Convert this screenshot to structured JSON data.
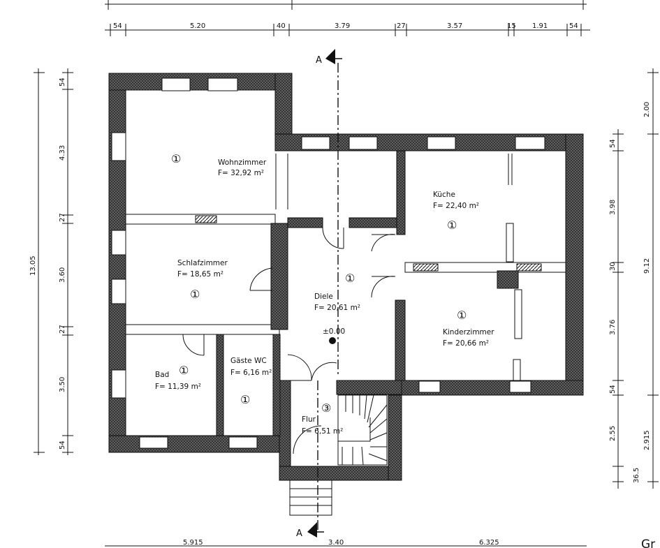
{
  "top_dims": {
    "total_left": "",
    "total_right": "",
    "segments": [
      "54",
      "5.20",
      "40",
      "3.79",
      "27",
      "3.57",
      "15",
      "1.91",
      "54"
    ]
  },
  "bottom_dims": [
    "5.915",
    "3.40",
    "6.325"
  ],
  "left_dims": {
    "total": "13.05",
    "segments": [
      "54",
      "4.33",
      "27",
      "3.60",
      "27",
      "3.50",
      "54"
    ]
  },
  "right_dims": {
    "outer": [
      "2.00",
      "9.12",
      "2.915",
      "36.5"
    ],
    "inner": [
      "54",
      "3.98",
      "30",
      "3.76",
      "54",
      "2.55"
    ]
  },
  "section_marker": "A",
  "level": "±0.00",
  "cut_text": "Gr",
  "rooms": {
    "wohnzimmer": {
      "name": "Wohnzimmer",
      "area": "F= 32,92 m²",
      "num": "①"
    },
    "schlafzimmer": {
      "name": "Schlafzimmer",
      "area": "F= 18,65 m²",
      "num": "①"
    },
    "bad": {
      "name": "Bad",
      "area": "F= 11,39 m²",
      "num": "①"
    },
    "gaeste_wc": {
      "name": "Gäste WC",
      "area": "F= 6,16 m²",
      "num": "①"
    },
    "diele": {
      "name": "Diele",
      "area": "F= 20,61 m²",
      "num": "①"
    },
    "flur": {
      "name": "Flur",
      "area": "F= 6,51 m²",
      "num": "③"
    },
    "kueche": {
      "name": "Küche",
      "area": "F= 22,40 m²",
      "num": "①"
    },
    "kinderzimmer": {
      "name": "Kinderzimmer",
      "area": "F= 20,66 m²",
      "num": "①"
    }
  }
}
